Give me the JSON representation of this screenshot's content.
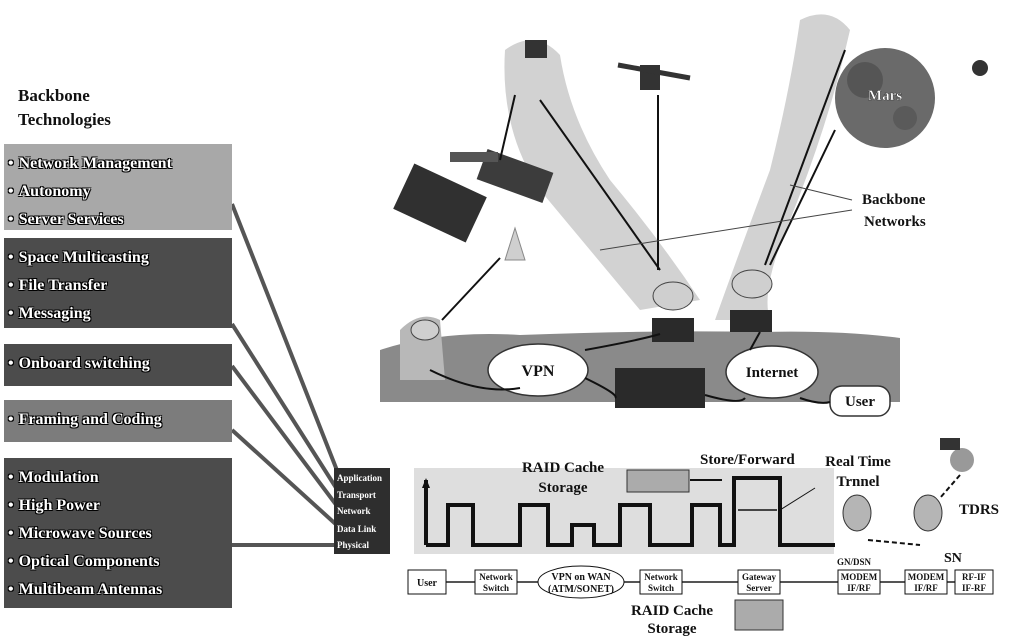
{
  "backbone_title": "Backbone\nTechnologies",
  "groups": [
    {
      "items": [
        "Network Management",
        "Autonomy",
        "Server Services"
      ]
    },
    {
      "items": [
        "Space Multicasting",
        "File Transfer",
        "Messaging"
      ]
    },
    {
      "items": [
        "Onboard switching"
      ]
    },
    {
      "items": [
        "Framing and Coding"
      ]
    },
    {
      "items": [
        "Modulation",
        "High Power",
        "Microwave Sources",
        "Optical Components",
        "Multibeam Antennas"
      ]
    }
  ],
  "layers": [
    "Application",
    "Transport",
    "Network",
    "Data Link",
    "Physical"
  ],
  "top": {
    "mars": "Mars",
    "backbone_networks": "Backbone\nNetworks",
    "vpn": "VPN",
    "internet": "Internet",
    "user": "User"
  },
  "bottom": {
    "raid_cache_top": "RAID Cache\nStorage",
    "store_forward": "Store/Forward",
    "real_time": "Real Time\nTrnnel",
    "tdrs": "TDRS",
    "gn_dsn": "GN/DSN",
    "sn": "SN",
    "raid_cache_bottom": "RAID Cache\nStorage",
    "chain": [
      "User",
      "Network\nSwitch",
      "VPN on WAN\n(ATM/SONET)",
      "Network\nSwitch",
      "Gateway\nServer",
      "MODEM\nIF/RF",
      "MODEM\nIF/RF",
      "RF-IF\nIF-RF"
    ]
  }
}
